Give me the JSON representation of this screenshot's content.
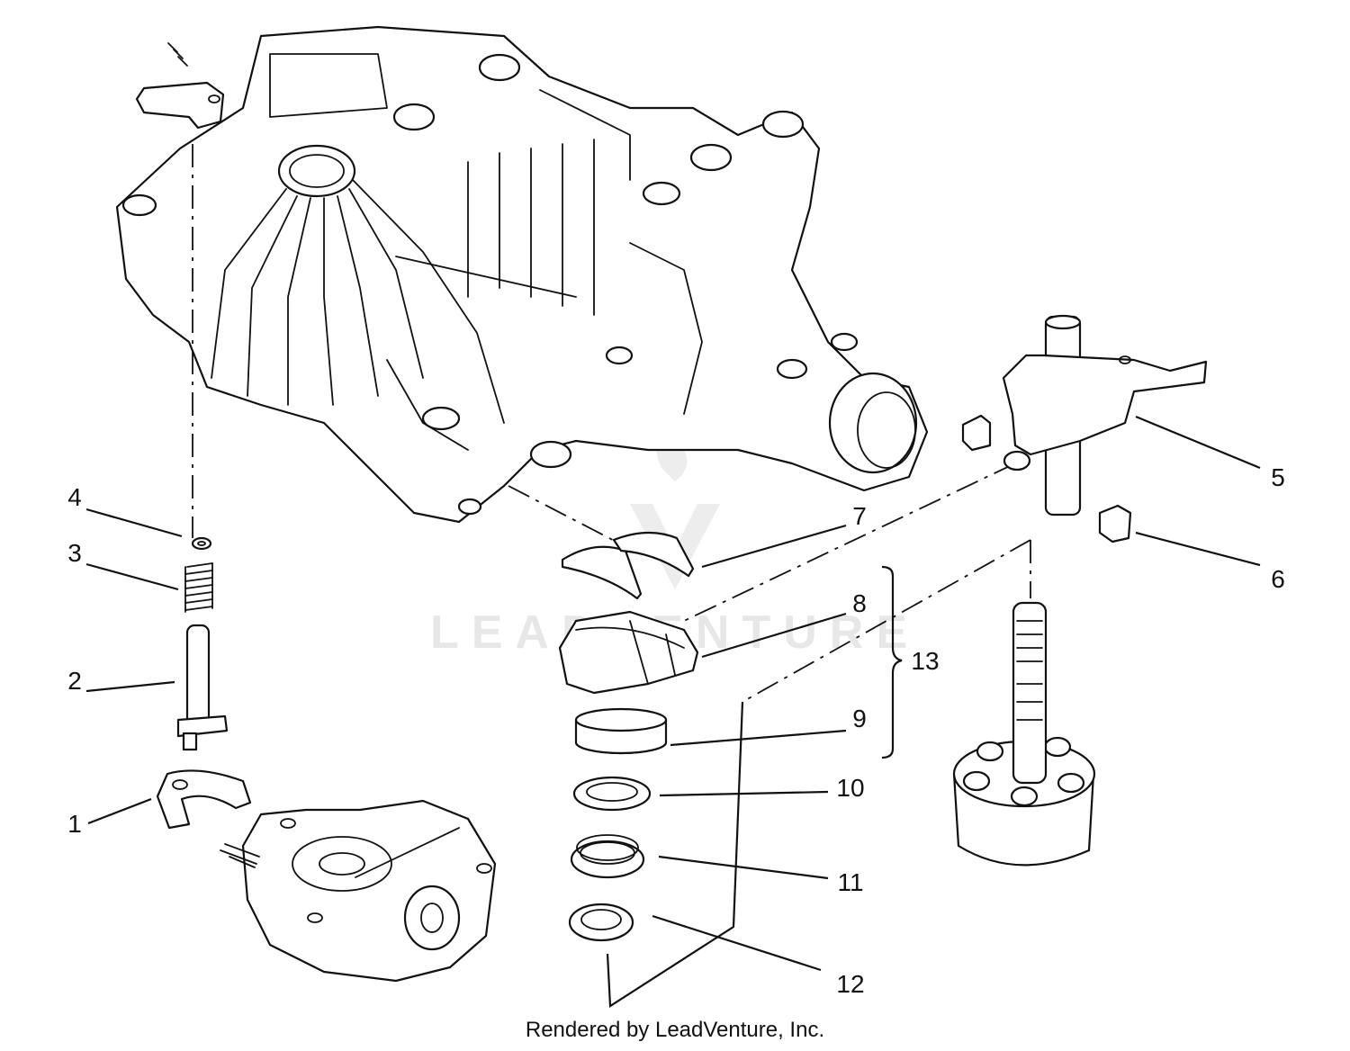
{
  "callouts": {
    "c1": "1",
    "c2": "2",
    "c3": "3",
    "c4": "4",
    "c5": "5",
    "c6": "6",
    "c7": "7",
    "c8": "8",
    "c9": "9",
    "c10": "10",
    "c11": "11",
    "c12": "12",
    "c13": "13"
  },
  "watermark": {
    "text": "LEADVENTURE"
  },
  "footer": {
    "text": "Rendered by LeadVenture, Inc."
  },
  "colors": {
    "line": "#111111",
    "watermark": "#d8d8d8",
    "background": "#ffffff"
  }
}
